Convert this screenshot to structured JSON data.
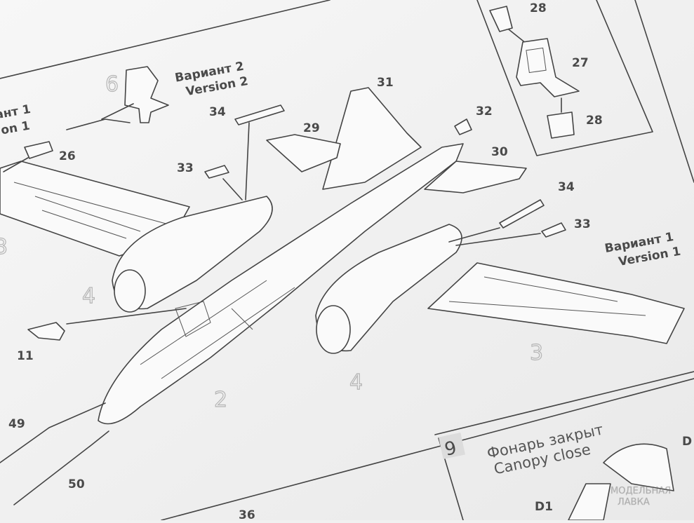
{
  "sheet": {
    "version2_ru": "Вариант 2",
    "version2_en": "Version 2",
    "version1_ru": "Вариант 1",
    "version1_en": "Version 1",
    "version1_left_ru": "ант 1",
    "version1_left_en": "on 1",
    "step9_number": "9",
    "step9_ru": "Фонарь закрыт",
    "step9_en": "Canopy close",
    "watermark_line1": "МОДЕЛЬНАЯ",
    "watermark_line2": "ЛАВКА"
  },
  "part_numbers": {
    "p28a": "28",
    "p27": "27",
    "p28b": "28",
    "p31": "31",
    "p32": "32",
    "p29": "29",
    "p30": "30",
    "p34a": "34",
    "p34b": "34",
    "p33a": "33",
    "p33b": "33",
    "p26": "26",
    "p11": "11",
    "p49": "49",
    "p50": "50",
    "p36": "36",
    "d1": "D1",
    "d2": "D"
  },
  "component_refs": {
    "r6": "6",
    "r3left": "3",
    "r4a": "4",
    "r4b": "4",
    "r2": "2",
    "r3right": "3"
  }
}
